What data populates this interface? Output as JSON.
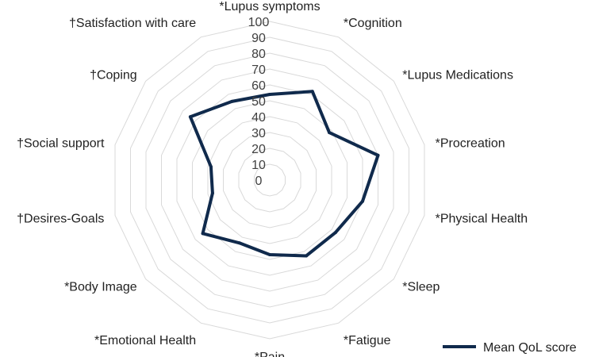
{
  "chart_data": {
    "type": "radar",
    "categories": [
      "*Lupus symptoms",
      "*Cognition",
      "*Lupus Medications",
      "*Procreation",
      "*Physical Health",
      "*Sleep",
      "*Fatigue",
      "*Pain",
      "*Emotional Health",
      "*Body Image",
      "†Desires-Goals",
      "†Social support",
      "†Coping",
      "†Satisfaction with care"
    ],
    "series": [
      {
        "name": "Mean QoL score",
        "color": "#102a4c",
        "values": [
          54,
          62,
          48,
          70,
          60,
          53,
          53,
          47,
          44,
          54,
          37,
          38,
          64,
          55
        ]
      }
    ],
    "rlim": [
      0,
      100
    ],
    "ticks": [
      0,
      10,
      20,
      30,
      40,
      50,
      60,
      70,
      80,
      90,
      100
    ],
    "gridline_color": "#d9d9d9",
    "legend_position": "bottom-right"
  }
}
